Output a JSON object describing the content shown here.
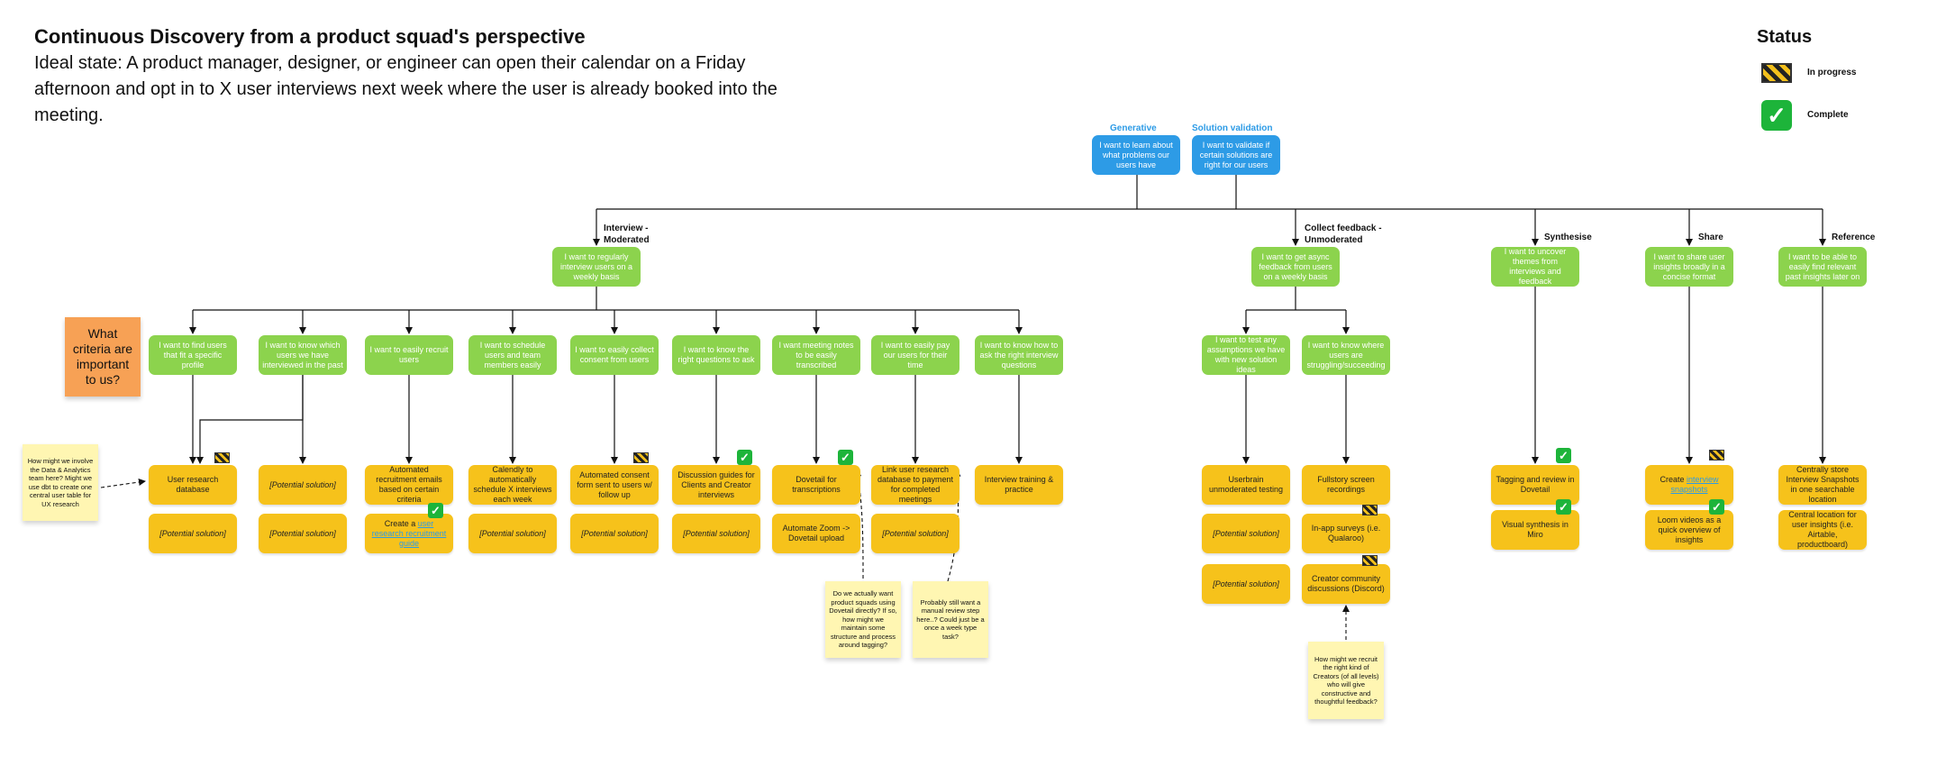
{
  "header": {
    "title": "Continuous Discovery from a product squad's perspective",
    "subtitle": "Ideal state: A product manager, designer, or engineer can open their calendar on a Friday afternoon and opt in to X user interviews next week where the user is already booked into the meeting."
  },
  "legend": {
    "title": "Status",
    "in_progress": "In progress",
    "complete": "Complete",
    "in_progress_icon": "construction-barrier-icon",
    "complete_icon": "check-mark-icon"
  },
  "colors": {
    "goal_blue": "#2d9be6",
    "outcome_green": "#8cd34d",
    "solution_yellow": "#f6c21b",
    "sticky_note": "#fff6b2",
    "question_orange": "#f7a155",
    "complete_green": "#1db43a"
  },
  "goals": {
    "generative": {
      "label": "Generative",
      "text": "I want to learn about what problems our users have"
    },
    "validation": {
      "label": "Solution validation",
      "text": "I want to validate if certain solutions are right for our users"
    }
  },
  "epics": {
    "moderated": {
      "label": "Interview - Moderated",
      "text": "I want to regularly interview users on a weekly basis"
    },
    "unmoderated": {
      "label": "Collect feedback - Unmoderated",
      "text": "I want to get async feedback from users on a weekly basis"
    },
    "synthesise": {
      "label": "Synthesise",
      "text": "I want to uncover themes from interviews and feedback"
    },
    "share": {
      "label": "Share",
      "text": "I want to share user insights broadly in a concise format"
    },
    "reference": {
      "label": "Reference",
      "text": "I want to be able to easily find relevant past insights later on"
    }
  },
  "stories": {
    "find_users": "I want to find users that fit a specific profile",
    "know_interviewed": "I want to know which users we have interviewed in the past",
    "recruit": "I want to easily recruit users",
    "schedule": "I want to schedule users and team members easily",
    "consent": "I want to easily collect consent from users",
    "questions": "I want to know the right questions to ask",
    "notes": "I want meeting notes to be easily transcribed",
    "pay": "I want to easily pay our users for their time",
    "ask": "I want to know how to ask the right interview questions",
    "test": "I want to test any assumptions we have with new solution ideas",
    "struggling": "I want to know where users are struggling/succeeding"
  },
  "solutions": {
    "user_db": "User research database",
    "potential": "[Potential solution]",
    "auto_emails": "Automated recruitment emails based on certain criteria",
    "create_prefix": "Create a",
    "recruit_guide_link": "user research recruitment guide",
    "calendly": "Calendly to automatically schedule X interviews each week",
    "consent_form": "Automated consent form sent to users w/ follow up",
    "discussion": "Discussion guides for Clients and Creator interviews",
    "dovetail": "Dovetail for transcriptions",
    "zoom": "Automate Zoom -> Dovetail upload",
    "link_db": "Link user research database to payment for completed meetings",
    "training": "Interview training & practice",
    "userbrain": "Userbrain unmoderated testing",
    "fullstory": "Fullstory screen recordings",
    "in_app": "In-app surveys (i.e. Qualaroo)",
    "community": "Creator community discussions (Discord)",
    "tagging": "Tagging and review in Dovetail",
    "visual": "Visual synthesis in Miro",
    "create_word": "Create",
    "snapshots_link": "interview snapshots",
    "loom": "Loom videos as a quick overview of insights",
    "centrally": "Centrally store Interview Snapshots in one searchable location",
    "central_loc": "Central location for user insights (i.e. Airtable, productboard)"
  },
  "notes": {
    "criteria": "What criteria are important to us?",
    "data_team": "How might we involve the Data & Analytics team here? Might we use dbt to create one central user table for UX research",
    "dovetail_q": "Do we actually want product squads using Dovetail directly? If so, how might we maintain some structure and process around tagging?",
    "manual_review": "Probably still want a manual review step here..? Could just be a once a week type task?",
    "creators_q": "How might we recruit the right kind of Creators (of all levels) who will give constructive and thoughtful feedback?"
  }
}
